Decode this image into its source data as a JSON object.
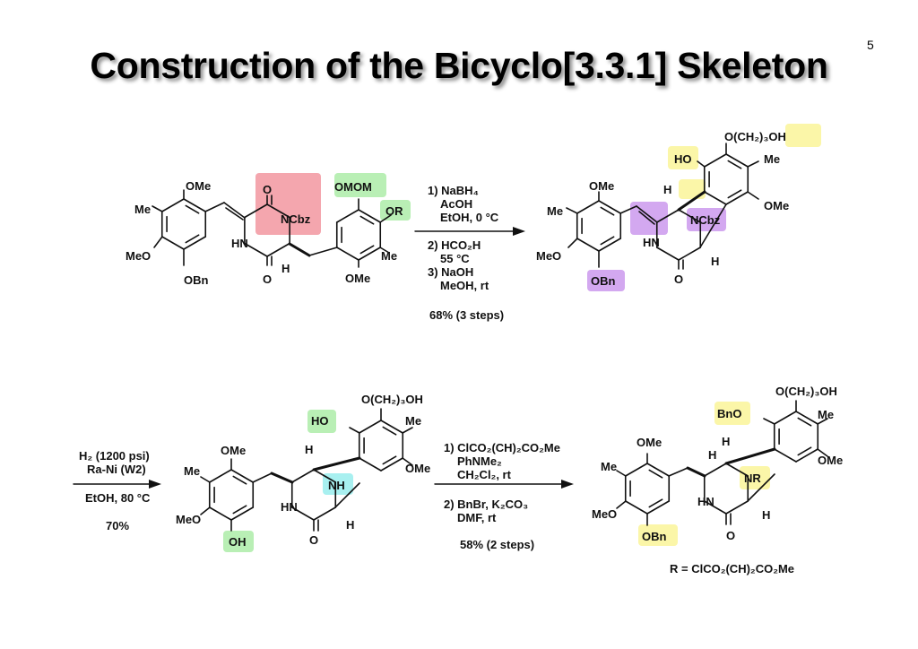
{
  "title": "Construction of the Bicyclo[3.3.1] Skeleton",
  "page_number": "5",
  "colors": {
    "pink": "#f4a6ae",
    "green": "#b9efb5",
    "yellow": "#fbf6a8",
    "purple": "#d3a8f0",
    "cyan": "#a8f0f0"
  },
  "compound1": {
    "labels": [
      "OMe",
      "Me",
      "MeO",
      "OBn",
      "O",
      "NCbz",
      "HN",
      "O",
      "H",
      "OMOM",
      "OR",
      "Me",
      "OMe"
    ]
  },
  "step1": {
    "reagents": [
      "1) NaBH₄",
      "AcOH",
      "EtOH, 0 °C",
      "2) HCO₂H",
      "55 °C",
      "3) NaOH",
      "MeOH, rt"
    ],
    "yield": "68% (3 steps)"
  },
  "compound2": {
    "labels": [
      "OMe",
      "Me",
      "MeO",
      "OBn",
      "HN",
      "O",
      "H",
      "NCbz",
      "H",
      "HO",
      "O(CH₂)₃OH",
      "Me",
      "OMe"
    ]
  },
  "step2": {
    "reagents": [
      "H₂ (1200 psi)",
      "Ra-Ni (W2)",
      "EtOH, 80 °C"
    ],
    "yield": "70%"
  },
  "compound3": {
    "labels": [
      "OMe",
      "Me",
      "MeO",
      "OH",
      "HN",
      "O",
      "H",
      "H",
      "NH",
      "HO",
      "O(CH₂)₃OH",
      "Me",
      "OMe"
    ]
  },
  "step3": {
    "reagents": [
      "1) ClCO₂(CH)₂CO₂Me",
      "PhNMe₂",
      "CH₂Cl₂, rt",
      "2) BnBr, K₂CO₃",
      "DMF, rt"
    ],
    "yield": "58% (2 steps)"
  },
  "compound4": {
    "labels": [
      "OMe",
      "Me",
      "MeO",
      "OBn",
      "HN",
      "O",
      "H",
      "H",
      "NR",
      "H",
      "BnO",
      "O(CH₂)₃OH",
      "Me",
      "OMe"
    ]
  },
  "r_definition": "R = ClCO₂(CH)₂CO₂Me"
}
